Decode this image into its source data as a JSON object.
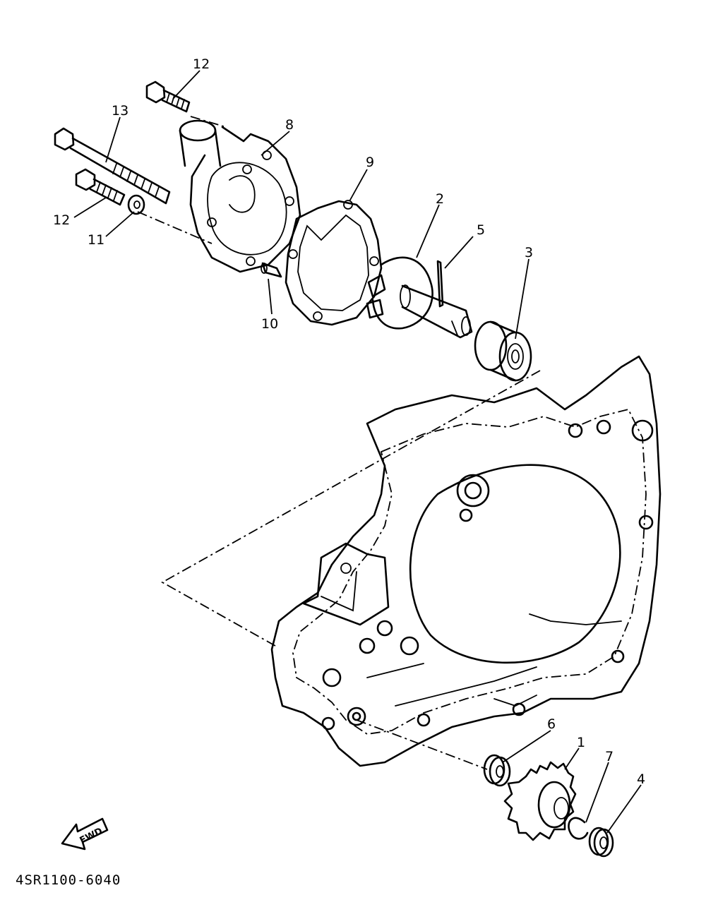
{
  "diagram": {
    "drawing_code": "4SR1100-6040",
    "direction_label": "FWD",
    "parts": [
      {
        "id": "part-1",
        "callout": "1",
        "icon": "drive-gear-icon"
      },
      {
        "id": "part-2",
        "callout": "2",
        "icon": "impeller-shaft-icon"
      },
      {
        "id": "part-3",
        "callout": "3",
        "icon": "bearing-icon"
      },
      {
        "id": "part-4",
        "callout": "4",
        "icon": "washer-icon"
      },
      {
        "id": "part-5",
        "callout": "5",
        "icon": "pin-icon"
      },
      {
        "id": "part-6",
        "callout": "6",
        "icon": "washer-icon"
      },
      {
        "id": "part-7",
        "callout": "7",
        "icon": "circlip-icon"
      },
      {
        "id": "part-8",
        "callout": "8",
        "icon": "pump-cover-icon"
      },
      {
        "id": "part-9",
        "callout": "9",
        "icon": "gasket-icon"
      },
      {
        "id": "part-10",
        "callout": "10",
        "icon": "dowel-pin-icon"
      },
      {
        "id": "part-11",
        "callout": "11",
        "icon": "washer-icon"
      },
      {
        "id": "part-12a",
        "callout": "12",
        "icon": "bolt-icon"
      },
      {
        "id": "part-12b",
        "callout": "12",
        "icon": "bolt-icon"
      },
      {
        "id": "part-13",
        "callout": "13",
        "icon": "long-bolt-icon"
      }
    ]
  }
}
